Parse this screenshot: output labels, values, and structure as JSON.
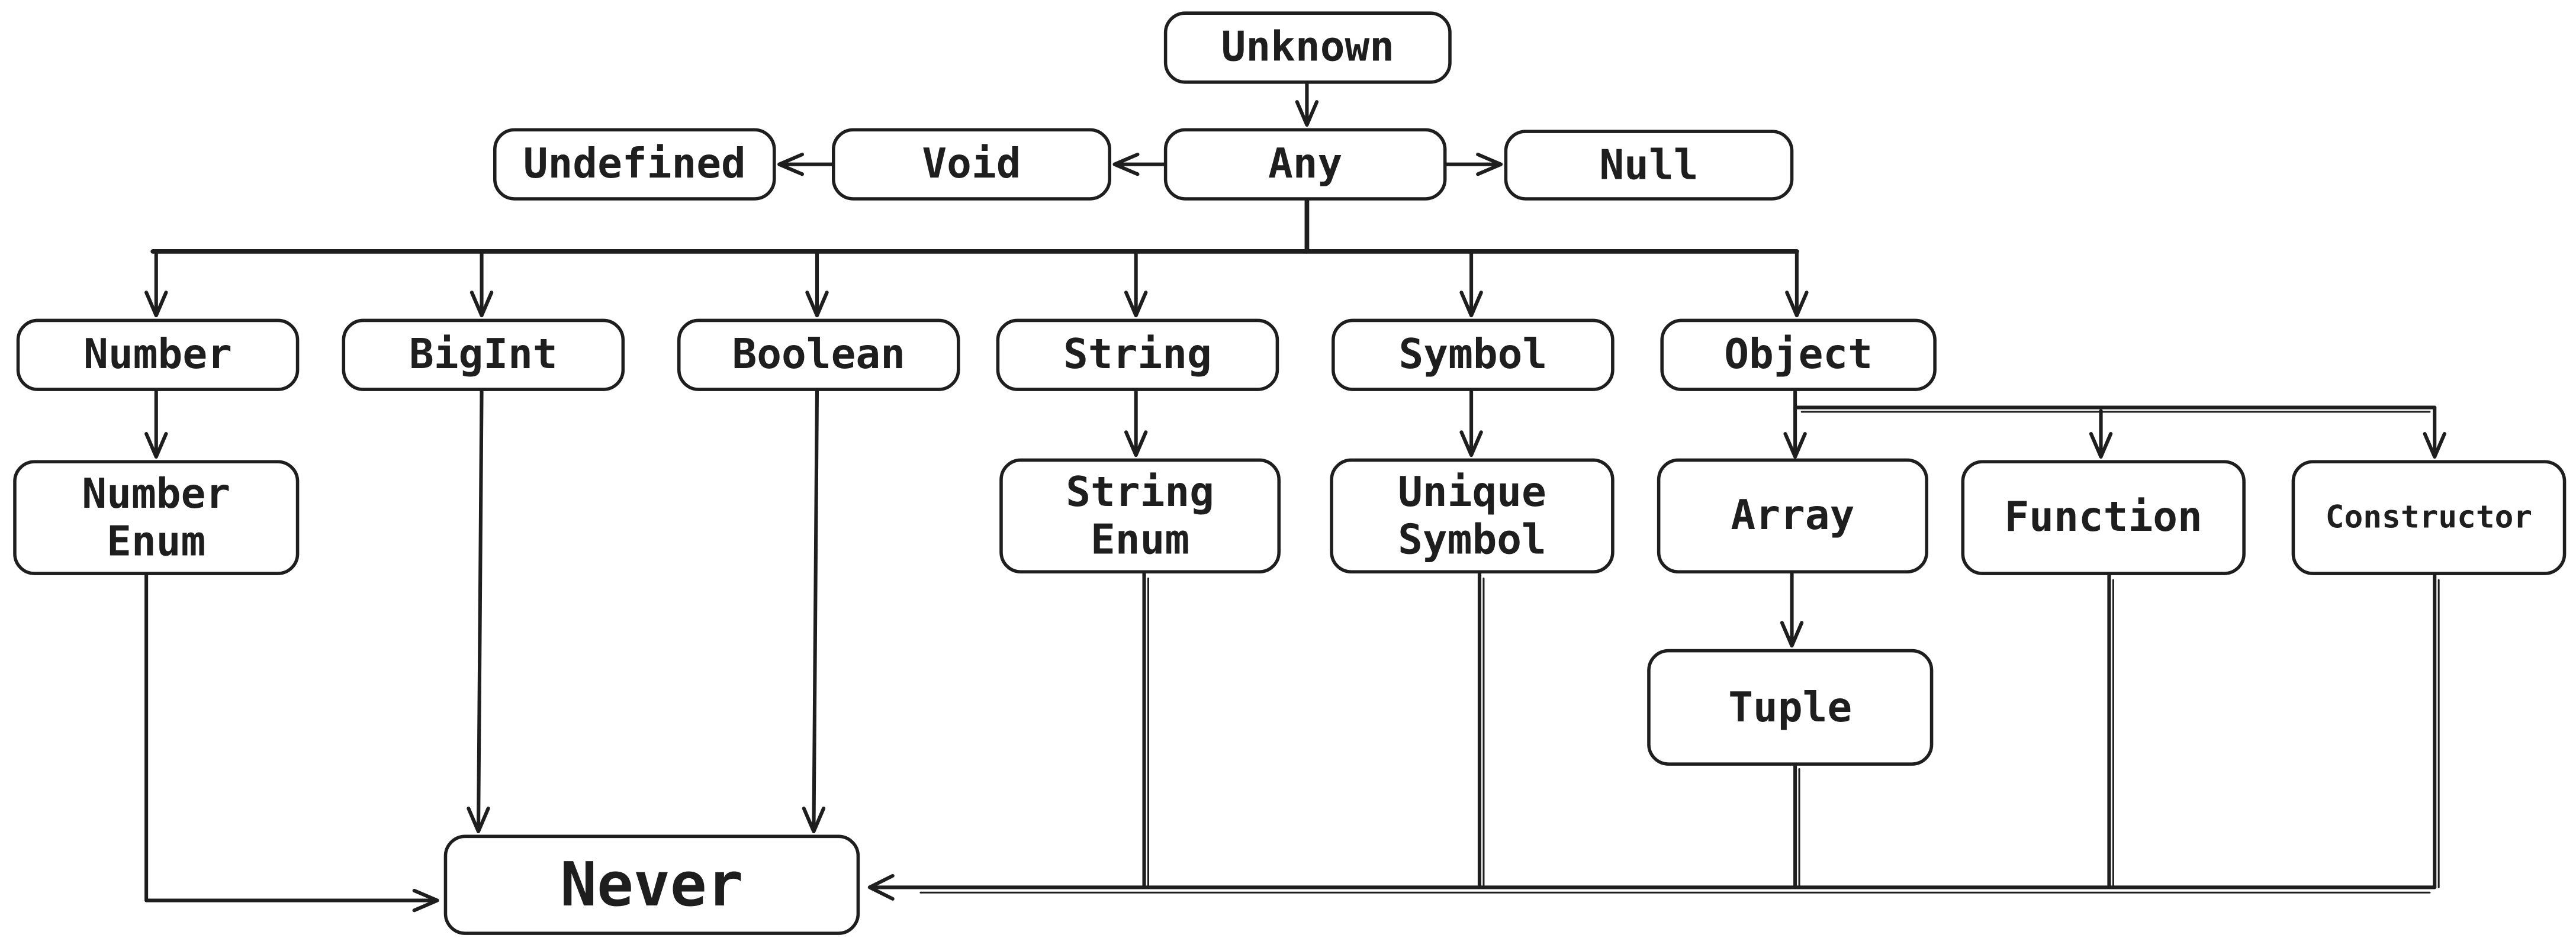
{
  "diagram": {
    "title_semantic": "TypeScript type hierarchy",
    "background_color": "#ffffff",
    "stroke_color": "#1e1e1e",
    "nodes": {
      "unknown": {
        "label": "Unknown"
      },
      "undefined": {
        "label": "Undefined"
      },
      "void": {
        "label": "Void"
      },
      "any": {
        "label": "Any"
      },
      "null": {
        "label": "Null"
      },
      "number": {
        "label": "Number"
      },
      "bigint": {
        "label": "BigInt"
      },
      "boolean": {
        "label": "Boolean"
      },
      "string": {
        "label": "String"
      },
      "symbol": {
        "label": "Symbol"
      },
      "object": {
        "label": "Object"
      },
      "number_enum": {
        "label": "Number\nEnum"
      },
      "string_enum": {
        "label": "String\nEnum"
      },
      "unique_symbol": {
        "label": "Unique\nSymbol"
      },
      "array": {
        "label": "Array"
      },
      "function": {
        "label": "Function"
      },
      "constructor": {
        "label": "Constructor"
      },
      "tuple": {
        "label": "Tuple"
      },
      "never": {
        "label": "Never"
      }
    },
    "edges": [
      {
        "from": "Unknown",
        "to": "Any"
      },
      {
        "from": "Any",
        "to": "Void"
      },
      {
        "from": "Void",
        "to": "Undefined"
      },
      {
        "from": "Any",
        "to": "Null"
      },
      {
        "from": "Any",
        "to": "Number"
      },
      {
        "from": "Any",
        "to": "BigInt"
      },
      {
        "from": "Any",
        "to": "Boolean"
      },
      {
        "from": "Any",
        "to": "String"
      },
      {
        "from": "Any",
        "to": "Symbol"
      },
      {
        "from": "Any",
        "to": "Object"
      },
      {
        "from": "Number",
        "to": "Number Enum"
      },
      {
        "from": "String",
        "to": "String Enum"
      },
      {
        "from": "Symbol",
        "to": "Unique Symbol"
      },
      {
        "from": "Object",
        "to": "Array"
      },
      {
        "from": "Object",
        "to": "Function"
      },
      {
        "from": "Object",
        "to": "Constructor"
      },
      {
        "from": "Array",
        "to": "Tuple"
      },
      {
        "from": "Number Enum",
        "to": "Never"
      },
      {
        "from": "BigInt",
        "to": "Never"
      },
      {
        "from": "Boolean",
        "to": "Never"
      },
      {
        "from": "String Enum",
        "to": "Never"
      },
      {
        "from": "Unique Symbol",
        "to": "Never"
      },
      {
        "from": "Tuple",
        "to": "Never"
      },
      {
        "from": "Function",
        "to": "Never"
      },
      {
        "from": "Constructor",
        "to": "Never"
      }
    ]
  }
}
